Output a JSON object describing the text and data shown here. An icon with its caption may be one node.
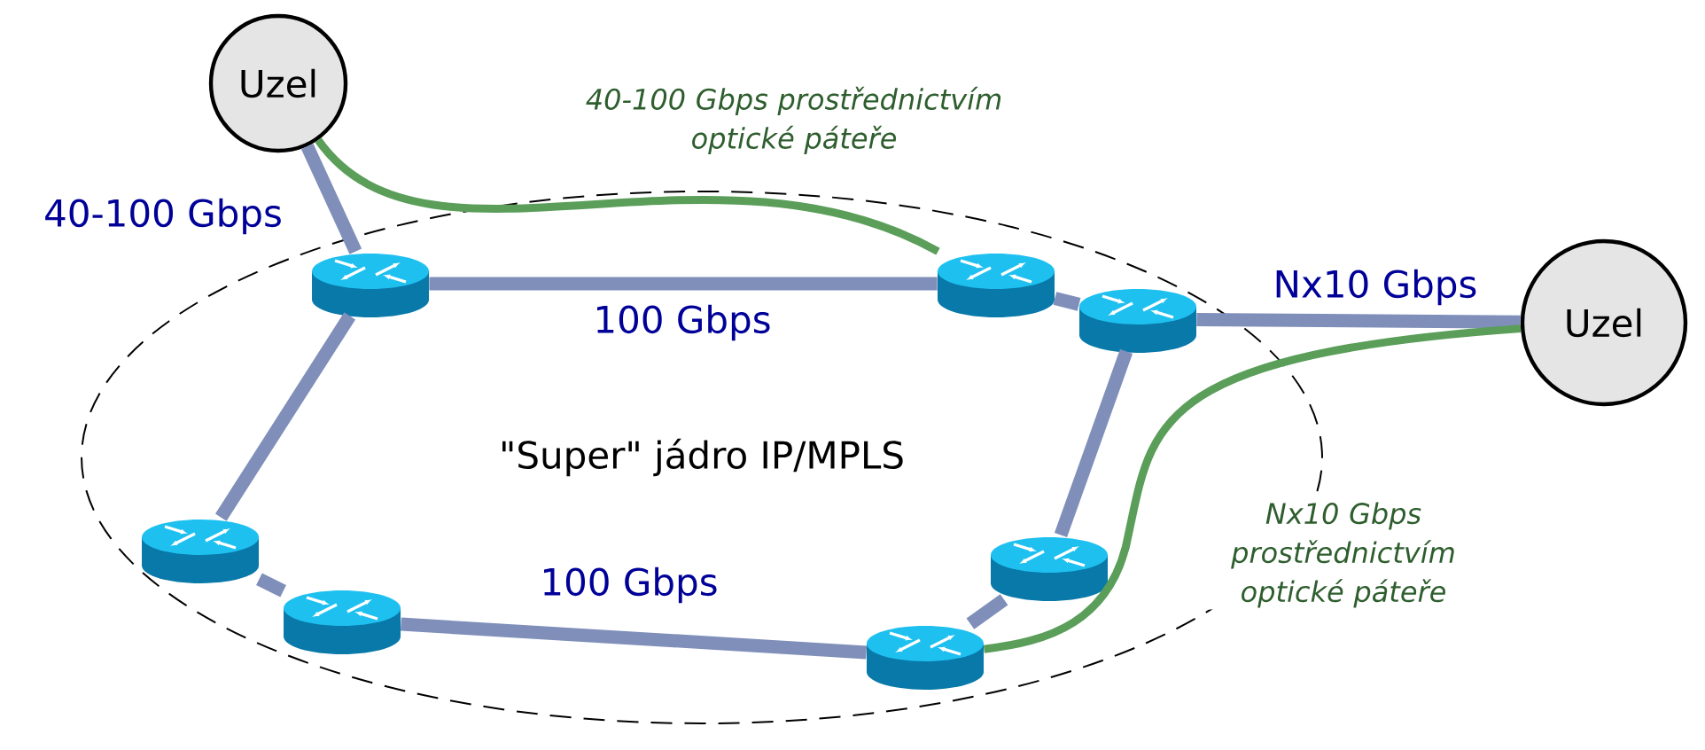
{
  "diagram": {
    "nodes": [
      {
        "text": [
          "Uzel"
        ]
      },
      {
        "text": [
          "\"Super\" jádro IP/MPLS"
        ]
      },
      {
        "text": [],
        "shape": "cylinder",
        "in": 1
      },
      {
        "text": [],
        "shape": "cylinder",
        "in": 1
      },
      {
        "text": [],
        "shape": "cylinder",
        "in": 1
      },
      {
        "text": [
          "Uzel"
        ]
      },
      {
        "text": [],
        "shape": "cylinder",
        "in": 1
      },
      {
        "text": [],
        "shape": "cylinder",
        "in": 1
      },
      {
        "text": [],
        "shape": "cylinder",
        "in": 1
      },
      {
        "text": [],
        "shape": "cylinder",
        "in": 1
      }
    ],
    "edges": [
      {
        "from": 0,
        "to": 2,
        "arrow": "none",
        "label": "40-100 Gbps"
      },
      {
        "from": 0,
        "to": 3,
        "arrow": "none",
        "label": "40-100 Gbps prostřednictvím optické páteře",
        "color": "#5a9e5a"
      },
      {
        "from": 2,
        "to": 3,
        "arrow": "none",
        "label": "100 Gbps"
      },
      {
        "from": 3,
        "to": 4,
        "arrow": "none"
      },
      {
        "from": 4,
        "to": 5,
        "arrow": "none",
        "label": "Nx10 Gbps"
      },
      {
        "from": 5,
        "to": 9,
        "arrow": "none",
        "label": "Nx10 Gbps prostřednictvím optické páteře",
        "color": "#5a9e5a"
      },
      {
        "from": 2,
        "to": 6,
        "arrow": "none"
      },
      {
        "from": 4,
        "to": 8,
        "arrow": "none"
      },
      {
        "from": 6,
        "to": 7,
        "arrow": "none"
      },
      {
        "from": 7,
        "to": 9,
        "arrow": "none",
        "label": "100 Gbps"
      },
      {
        "from": 8,
        "to": 9,
        "arrow": "none"
      }
    ]
  }
}
